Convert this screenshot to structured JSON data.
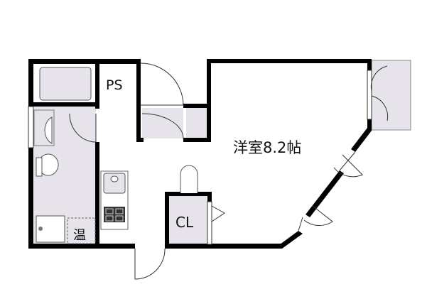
{
  "floorplan": {
    "rooms": {
      "main_room": "洋室8.2帖",
      "pipe_space": "PS",
      "closet": "CL",
      "water_heater": "温"
    },
    "colors": {
      "wall": "#000000",
      "wet_area": "#e6e3ea",
      "background": "#ffffff"
    }
  }
}
